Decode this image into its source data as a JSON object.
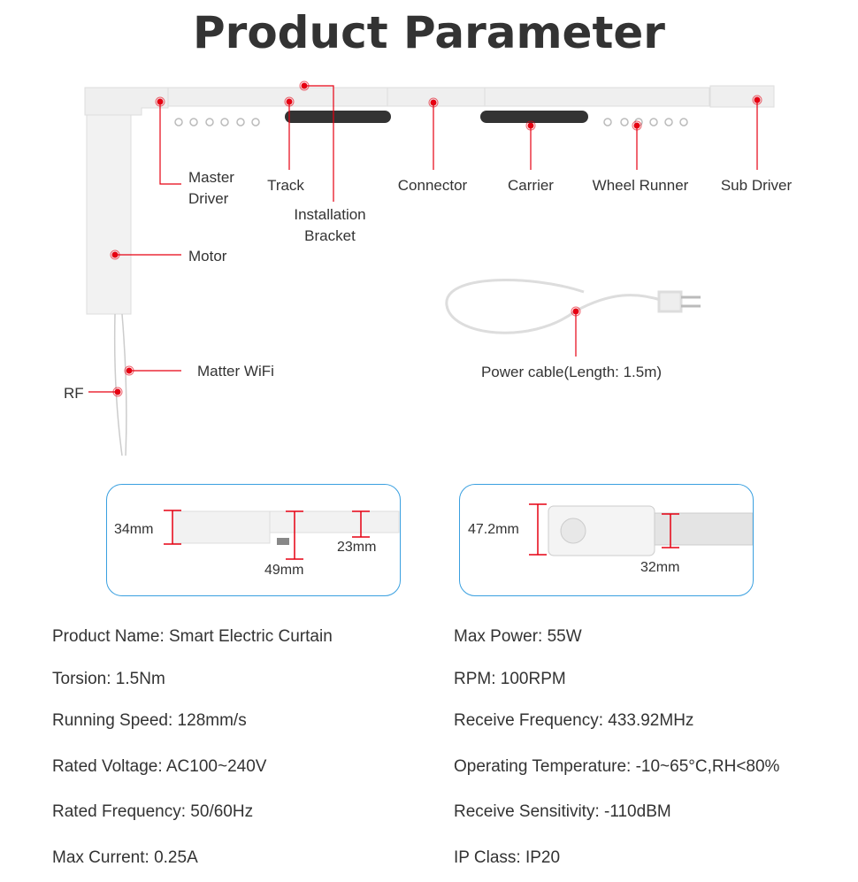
{
  "title": "Product Parameter",
  "callouts": {
    "master_driver": [
      "Master",
      "Driver"
    ],
    "track": "Track",
    "installation_bracket": [
      "Installation",
      "Bracket"
    ],
    "connector": "Connector",
    "carrier": "Carrier",
    "wheel_runner": "Wheel Runner",
    "sub_driver": "Sub Driver",
    "motor": "Motor",
    "matter_wifi": "Matter WiFi",
    "rf": "RF",
    "power_cable": "Power cable(Length: 1.5m)"
  },
  "dimensions": {
    "left": [
      "34mm",
      "49mm",
      "23mm"
    ],
    "right": [
      "47.2mm",
      "32mm"
    ]
  },
  "specs_left": [
    "Product Name: Smart Electric Curtain",
    "Torsion: 1.5Nm",
    "Running Speed: 128mm/s",
    "Rated Voltage: AC100~240V",
    "Rated Frequency: 50/60Hz",
    "Max Current: 0.25A"
  ],
  "specs_right": [
    "Max Power: 55W",
    "RPM: 100RPM",
    "Receive Frequency: 433.92MHz",
    "Operating Temperature: -10~65°C,RH<80%",
    "Receive Sensitivity: -110dBM",
    "IP Class: IP20"
  ],
  "colors": {
    "accent": "#e60012",
    "box_border": "#3aa0e0"
  }
}
